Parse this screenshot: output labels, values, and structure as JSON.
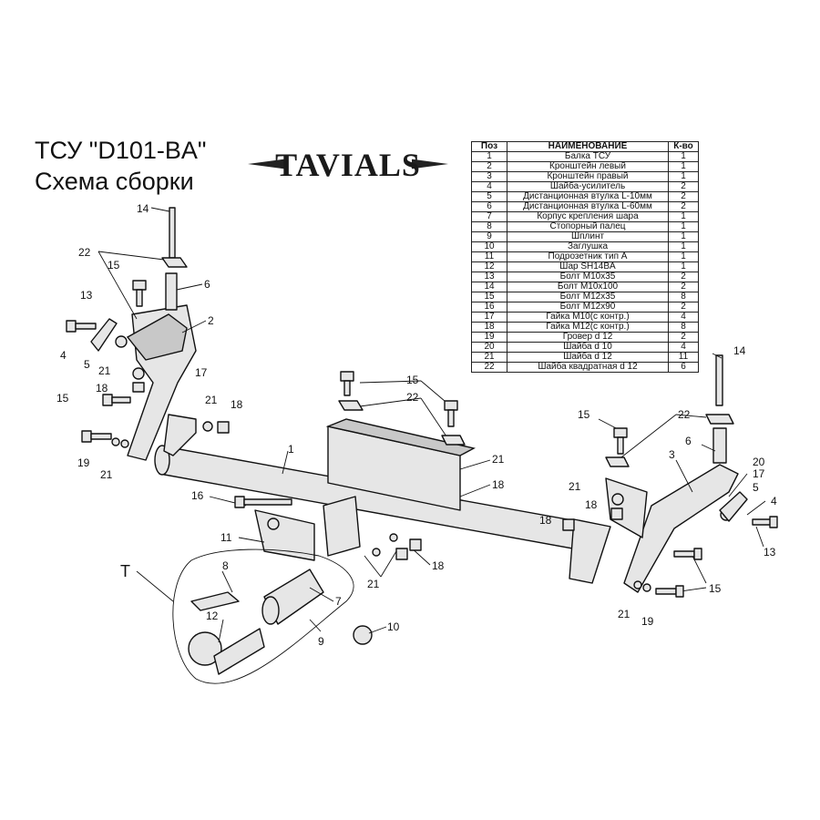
{
  "title": {
    "line1": "ТСУ  \"D101-BA\"",
    "line2": "Схема сборки"
  },
  "logo": {
    "text": "TAVIALS"
  },
  "parts_table": {
    "headers": [
      "Поз",
      "НАИМЕНОВАНИЕ",
      "К-во"
    ],
    "rows": [
      [
        "1",
        "Балка ТСУ",
        "1"
      ],
      [
        "2",
        "Кронштейн левый",
        "1"
      ],
      [
        "3",
        "Кронштейн правый",
        "1"
      ],
      [
        "4",
        "Шайба-усилитель",
        "2"
      ],
      [
        "5",
        "Дистанционная втулка  L-10мм",
        "2"
      ],
      [
        "6",
        "Дистанционная втулка  L-60мм",
        "2"
      ],
      [
        "7",
        "Корпус крепления шара",
        "1"
      ],
      [
        "8",
        "Стопорный палец",
        "1"
      ],
      [
        "9",
        "Шплинт",
        "1"
      ],
      [
        "10",
        "Заглушка",
        "1"
      ],
      [
        "11",
        "Подрозетник тип А",
        "1"
      ],
      [
        "12",
        "Шар SH14BA",
        "1"
      ],
      [
        "13",
        "Болт М10х35",
        "2"
      ],
      [
        "14",
        "Болт М10х100",
        "2"
      ],
      [
        "15",
        "Болт М12х35",
        "8"
      ],
      [
        "16",
        "Болт М12х90",
        "2"
      ],
      [
        "17",
        "Гайка М10(с контр.)",
        "4"
      ],
      [
        "18",
        "Гайка М12(с контр.)",
        "8"
      ],
      [
        "19",
        "Гровер d 12",
        "2"
      ],
      [
        "20",
        "Шайба d 10",
        "4"
      ],
      [
        "21",
        "Шайба d 12",
        "11"
      ],
      [
        "22",
        "Шайба квадратная d 12",
        "6"
      ]
    ]
  },
  "callouts": [
    "14",
    "22",
    "15",
    "6",
    "13",
    "2",
    "4",
    "5",
    "21",
    "17",
    "18",
    "15",
    "21",
    "18",
    "19",
    "21",
    "1",
    "15",
    "22",
    "21",
    "18",
    "16",
    "11",
    "21",
    "18",
    "T",
    "8",
    "7",
    "12",
    "9",
    "10",
    "14",
    "22",
    "15",
    "6",
    "3",
    "20",
    "17",
    "5",
    "4",
    "21",
    "18",
    "18",
    "13",
    "15",
    "21",
    "19"
  ]
}
